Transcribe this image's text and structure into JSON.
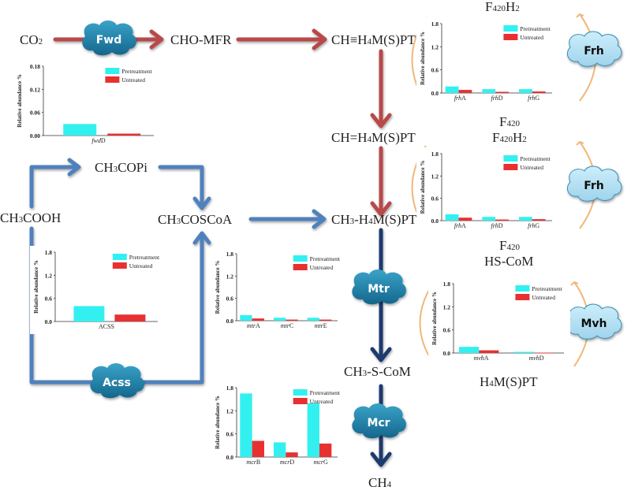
{
  "compounds": {
    "co2": "CO2",
    "cho_mfr": "CHO-MFR",
    "ch_triple": "CH≡H4M(S)PT",
    "ch_double": "CH=H4M(S)PT",
    "ch3_h4mspt": "CH3-H4M(S)PT",
    "ch3cooh": "CH3COOH",
    "ch3copi": "CH3COPi",
    "ch3coscoa": "CH3COSCoA",
    "ch3_s_com": "CH3-S-CoM",
    "ch4": "CH4",
    "f420h2_top": "F420H2",
    "f420_mid": "F420",
    "f420h2_mid": "F420H2",
    "f420_low": "F420",
    "hs_com": "HS-CoM",
    "h4mspt": "H4M(S)PT"
  },
  "enzymes": {
    "fwd": "Fwd",
    "frh1": "Frh",
    "frh2": "Frh",
    "mtr": "Mtr",
    "mvh": "Mvh",
    "acss": "Acss",
    "mcr": "Mcr"
  },
  "colors": {
    "red_arrow": "#b84a4a",
    "blue_arrow": "#4f81bd",
    "navy_arrow": "#1f3a6e",
    "dark_cloud": "#1f7fa8",
    "light_cloud": "#a8d8ee",
    "bracket": "#f0b77a",
    "pretreatment": "#33f0f0",
    "untreated": "#e83030"
  },
  "chart_data": [
    {
      "id": "fwd",
      "type": "bar",
      "ylabel": "Relative abundance %",
      "ylim": [
        0,
        0.18
      ],
      "yticks": [
        "0.00",
        "0.06",
        "0.12",
        "0.18"
      ],
      "categories": [
        "fwdD"
      ],
      "category_italic": [
        "fwd"
      ],
      "category_rest": [
        "D"
      ],
      "series": [
        {
          "name": "Pretreatment",
          "values": [
            0.03
          ]
        },
        {
          "name": "Untreated",
          "values": [
            0.005
          ]
        }
      ],
      "legend": "top-right"
    },
    {
      "id": "frh1",
      "type": "bar",
      "ylabel": "Relative abundance %",
      "ylim": [
        0,
        1.8
      ],
      "yticks": [
        "0.0",
        "0.6",
        "1.2",
        "1.8"
      ],
      "categories": [
        "frhA",
        "frhD",
        "frhG"
      ],
      "category_italic": [
        "frh",
        "frh",
        "frh"
      ],
      "category_rest": [
        "A",
        "D",
        "G"
      ],
      "series": [
        {
          "name": "Pretreatment",
          "values": [
            0.17,
            0.1,
            0.1
          ]
        },
        {
          "name": "Untreated",
          "values": [
            0.08,
            0.03,
            0.04
          ]
        }
      ],
      "legend": "top-right"
    },
    {
      "id": "frh2",
      "type": "bar",
      "ylabel": "Relative abundance %",
      "ylim": [
        0,
        1.8
      ],
      "yticks": [
        "0.0",
        "0.6",
        "1.2",
        "1.8"
      ],
      "categories": [
        "frhA",
        "frhD",
        "frhG"
      ],
      "category_italic": [
        "frh",
        "frh",
        "frh"
      ],
      "category_rest": [
        "A",
        "D",
        "G"
      ],
      "series": [
        {
          "name": "Pretreatment",
          "values": [
            0.17,
            0.1,
            0.1
          ]
        },
        {
          "name": "Untreated",
          "values": [
            0.08,
            0.03,
            0.04
          ]
        }
      ],
      "legend": "top-right"
    },
    {
      "id": "acss",
      "type": "bar",
      "ylabel": "Relative abundance %",
      "ylim": [
        0,
        1.8
      ],
      "yticks": [
        "0.0",
        "0.6",
        "1.2",
        "1.8"
      ],
      "categories": [
        "ACSS"
      ],
      "category_italic": [
        ""
      ],
      "category_rest": [
        "ACSS"
      ],
      "series": [
        {
          "name": "Pretreatment",
          "values": [
            0.4
          ]
        },
        {
          "name": "Untreated",
          "values": [
            0.18
          ]
        }
      ],
      "legend": "top-right"
    },
    {
      "id": "mtr",
      "type": "bar",
      "ylabel": "Relative abundance %",
      "ylim": [
        0,
        1.8
      ],
      "yticks": [
        "0.0",
        "0.6",
        "1.2",
        "1.8"
      ],
      "categories": [
        "mtrA",
        "mtrC",
        "mtrE"
      ],
      "category_italic": [
        "mtr",
        "mtr",
        "mtr"
      ],
      "category_rest": [
        "A",
        "C",
        "E"
      ],
      "series": [
        {
          "name": "Pretreatment",
          "values": [
            0.15,
            0.08,
            0.08
          ]
        },
        {
          "name": "Untreated",
          "values": [
            0.06,
            0.03,
            0.03
          ]
        }
      ],
      "legend": "top-right"
    },
    {
      "id": "mvh",
      "type": "bar",
      "ylabel": "Relative abundance %",
      "ylim": [
        0,
        1.8
      ],
      "yticks": [
        "0.0",
        "0.6",
        "1.2",
        "1.8"
      ],
      "categories": [
        "mvhA",
        "mvhD"
      ],
      "category_italic": [
        "mvh",
        "mvh"
      ],
      "category_rest": [
        "A",
        "D"
      ],
      "series": [
        {
          "name": "Pretreatment",
          "values": [
            0.16,
            0.03
          ]
        },
        {
          "name": "Untreated",
          "values": [
            0.07,
            0.01
          ]
        }
      ],
      "legend": "top-right"
    },
    {
      "id": "mcr",
      "type": "bar",
      "ylabel": "Relative abundance %",
      "ylim": [
        0,
        1.8
      ],
      "yticks": [
        "0.0",
        "0.6",
        "1.2",
        "1.8"
      ],
      "categories": [
        "mcrB",
        "mcrD",
        "mcrG"
      ],
      "category_italic": [
        "mcr",
        "mcr",
        "mcr"
      ],
      "category_rest": [
        "B",
        "D",
        "G"
      ],
      "series": [
        {
          "name": "Pretreatment",
          "values": [
            1.65,
            0.38,
            1.4
          ]
        },
        {
          "name": "Untreated",
          "values": [
            0.42,
            0.12,
            0.35
          ]
        }
      ],
      "legend": "top-right"
    }
  ]
}
